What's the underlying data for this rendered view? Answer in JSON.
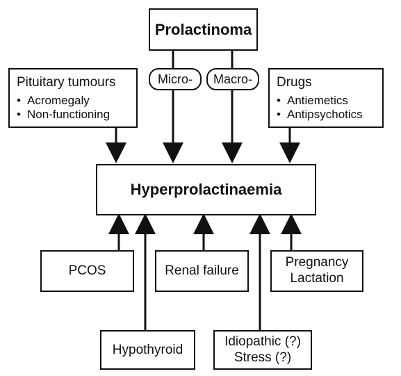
{
  "diagram": {
    "top_node": {
      "label": "Prolactinoma",
      "branches": [
        "Micro-",
        "Macro-"
      ]
    },
    "left_top_node": {
      "title": "Pituitary tumours",
      "items": [
        "Acromegaly",
        "Non-functioning"
      ]
    },
    "right_top_node": {
      "title": "Drugs",
      "items": [
        "Antiemetics",
        "Antipsychotics"
      ]
    },
    "center_node": {
      "label": "Hyperprolactinaemia"
    },
    "bottom_nodes": {
      "pcos": "PCOS",
      "hypothyroid": "Hypothyroid",
      "renal_failure": "Renal failure",
      "idiopathic_line1": "Idiopathic (?)",
      "idiopathic_line2": "Stress (?)",
      "pregnancy_line1": "Pregnancy",
      "pregnancy_line2": "Lactation"
    }
  },
  "colors": {
    "stroke": "#111111",
    "background": "#ffffff"
  }
}
